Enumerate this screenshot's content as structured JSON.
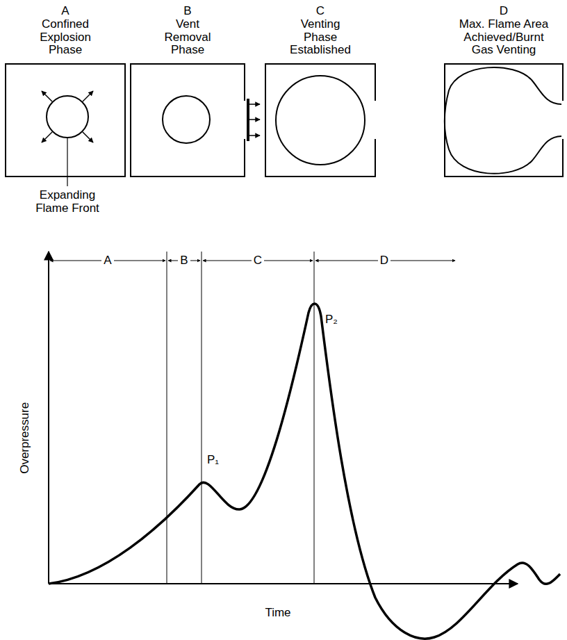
{
  "diagram": {
    "nodes": [
      {
        "text": [
          "A",
          "Confined Explosion Phase"
        ]
      },
      {
        "text": [
          "B",
          "Vent Removal Phase"
        ]
      },
      {
        "text": [
          "C",
          "Venting Phase Established"
        ]
      },
      {
        "text": [
          "D",
          "Max. Flame Area Achieved/Burnt Gas Venting"
        ]
      }
    ],
    "edges": [],
    "labels": [
      "Expanding Flame Front",
      "A",
      "B",
      "C",
      "D",
      "P₁",
      "P₂",
      "Overpressure",
      "Time"
    ]
  }
}
